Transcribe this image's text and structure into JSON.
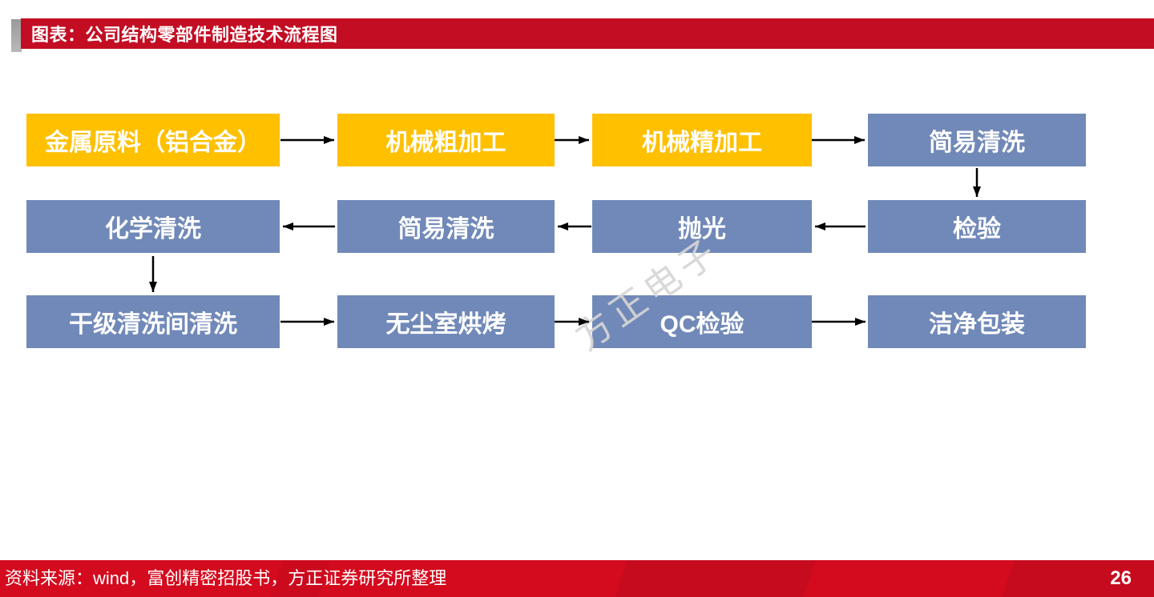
{
  "header": {
    "title": "图表：公司结构零部件制造技术流程图"
  },
  "flowchart": {
    "nodes": [
      {
        "id": "n1",
        "label": "金属原料（铝合金）",
        "type": "yellow",
        "row": 0,
        "col": 0
      },
      {
        "id": "n2",
        "label": "机械粗加工",
        "type": "yellow",
        "row": 0,
        "col": 1
      },
      {
        "id": "n3",
        "label": "机械精加工",
        "type": "yellow",
        "row": 0,
        "col": 2
      },
      {
        "id": "n4",
        "label": "简易清洗",
        "type": "blue",
        "row": 0,
        "col": 3
      },
      {
        "id": "n5",
        "label": "检验",
        "type": "blue",
        "row": 1,
        "col": 3
      },
      {
        "id": "n6",
        "label": "抛光",
        "type": "blue",
        "row": 1,
        "col": 2
      },
      {
        "id": "n7",
        "label": "简易清洗",
        "type": "blue",
        "row": 1,
        "col": 1
      },
      {
        "id": "n8",
        "label": "化学清洗",
        "type": "blue",
        "row": 1,
        "col": 0
      },
      {
        "id": "n9",
        "label": "干级清洗间清洗",
        "type": "blue",
        "row": 2,
        "col": 0
      },
      {
        "id": "n10",
        "label": "无尘室烘烤",
        "type": "blue",
        "row": 2,
        "col": 1
      },
      {
        "id": "n11",
        "label": "QC检验",
        "type": "blue",
        "row": 2,
        "col": 2
      },
      {
        "id": "n12",
        "label": "洁净包装",
        "type": "blue",
        "row": 2,
        "col": 3
      }
    ],
    "edges": [
      [
        "n1",
        "n2"
      ],
      [
        "n2",
        "n3"
      ],
      [
        "n3",
        "n4"
      ],
      [
        "n4",
        "n5"
      ],
      [
        "n5",
        "n6"
      ],
      [
        "n6",
        "n7"
      ],
      [
        "n7",
        "n8"
      ],
      [
        "n8",
        "n9"
      ],
      [
        "n9",
        "n10"
      ],
      [
        "n10",
        "n11"
      ],
      [
        "n11",
        "n12"
      ]
    ]
  },
  "watermark": {
    "text": "方正电子"
  },
  "footer": {
    "source": "资料来源：wind，富创精密招股书，方正证券研究所整理",
    "page_number": "26"
  },
  "colors": {
    "accent_red": "#c30d23",
    "footer_red": "#d40a1e",
    "node_yellow": "#ffc000",
    "node_blue": "#7189b8",
    "arrow_black": "#000000",
    "watermark_gray": "#d6d6d6"
  }
}
